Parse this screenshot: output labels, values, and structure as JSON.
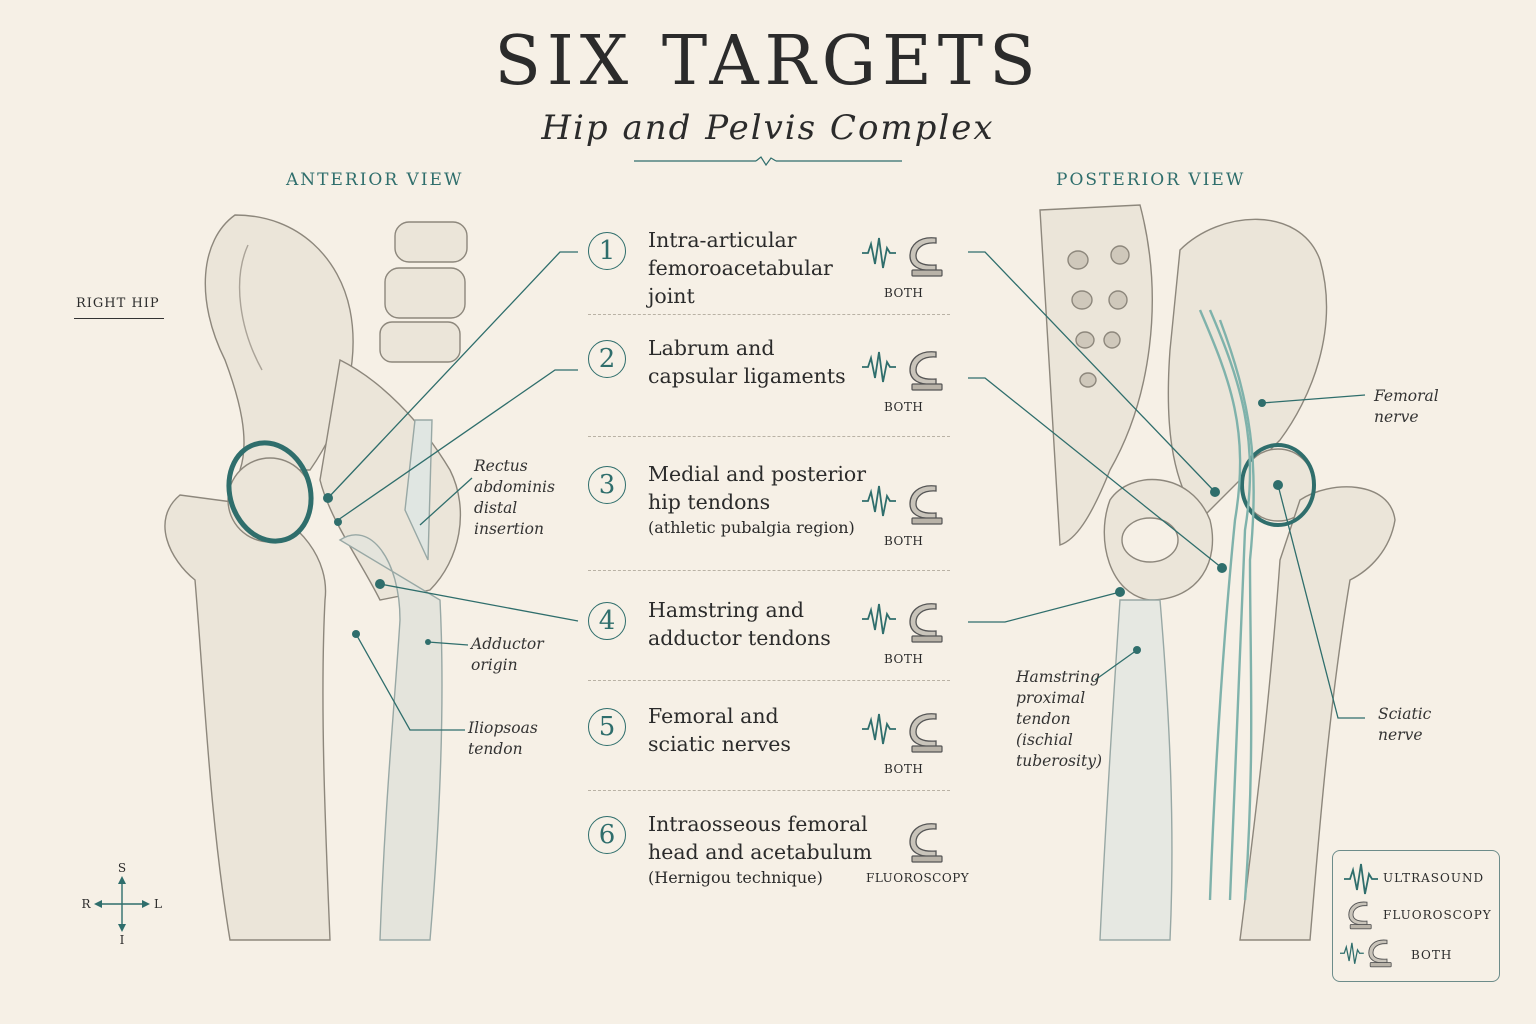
{
  "header": {
    "title": "SIX TARGETS",
    "subtitle": "Hip and Pelvis Complex"
  },
  "views": {
    "anterior": "ANTERIOR VIEW",
    "posterior": "POSTERIOR VIEW",
    "side": "RIGHT HIP"
  },
  "labels": {
    "rectus": [
      "Rectus",
      "abdominis",
      "distal",
      "insertion"
    ],
    "adductor": [
      "Adductor",
      "origin"
    ],
    "iliopsoas": [
      "Iliopsoas",
      "tendon"
    ],
    "femoral_nerve": [
      "Femoral",
      "nerve"
    ],
    "sciatic_nerve": [
      "Sciatic",
      "nerve"
    ],
    "hamstring": [
      "Hamstring",
      "proximal",
      "tendon",
      "(ischial",
      "tuberosity)"
    ]
  },
  "targets": [
    {
      "number": "1",
      "name_lines": [
        "Intra-articular",
        "femoroacetabular joint"
      ],
      "note": "",
      "mode": "BOTH"
    },
    {
      "number": "2",
      "name_lines": [
        "Labrum and",
        "capsular ligaments"
      ],
      "note": "",
      "mode": "BOTH"
    },
    {
      "number": "3",
      "name_lines": [
        "Medial and posterior",
        "hip tendons"
      ],
      "note": "(athletic pubalgia region)",
      "mode": "BOTH"
    },
    {
      "number": "4",
      "name_lines": [
        "Hamstring and",
        "adductor tendons"
      ],
      "note": "",
      "mode": "BOTH"
    },
    {
      "number": "5",
      "name_lines": [
        "Femoral and",
        "sciatic nerves"
      ],
      "note": "",
      "mode": "BOTH"
    },
    {
      "number": "6",
      "name_lines": [
        "Intraosseous femoral",
        "head and acetabulum"
      ],
      "note": "(Hernigou technique)",
      "mode": "FLUOROSCOPY"
    }
  ],
  "legend": {
    "ultrasound": "ULTRASOUND",
    "fluoroscopy": "FLUOROSCOPY",
    "both": "BOTH"
  },
  "compass": {
    "s": "S",
    "i": "I",
    "r": "R",
    "l": "L"
  },
  "colors": {
    "accent": "#2f6e6c",
    "background": "#f6f0e6",
    "bone": "#e9e3d7"
  }
}
